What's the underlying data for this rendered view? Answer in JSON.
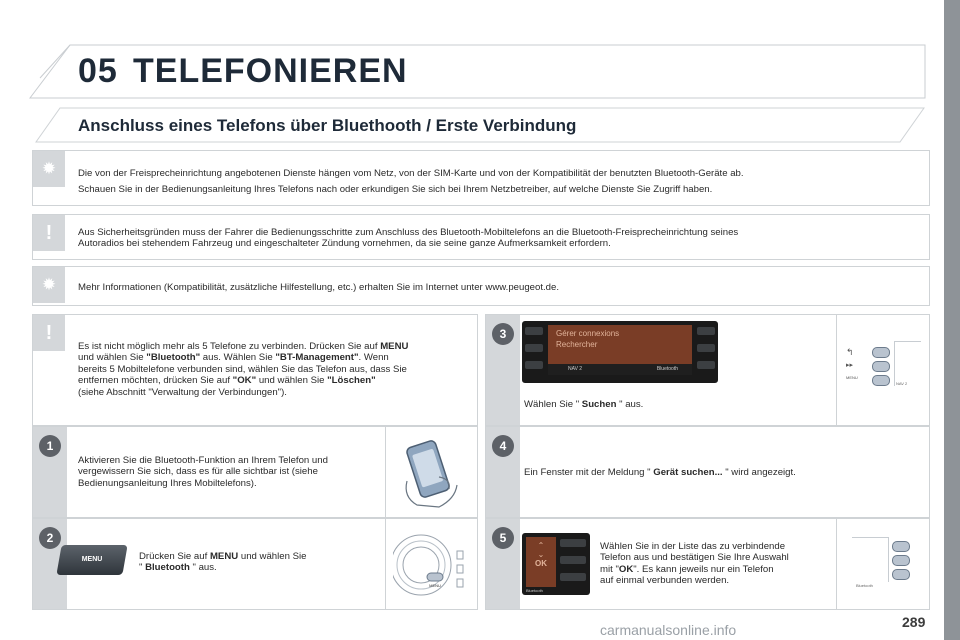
{
  "header": {
    "chapter_number": "05",
    "chapter_title": "TELEFONIEREN"
  },
  "section": {
    "title": "Anschluss eines Telefons über Bluethooth / Erste Verbindung"
  },
  "notes": [
    {
      "icon": "gear-icon",
      "line1": "Die von der Freisprecheinrichtung angebotenen Dienste hängen vom Netz, von der SIM-Karte und von der Kompatibilität der benutzten Bluetooth-Geräte ab.",
      "line2": "Schauen Sie in der Bedienungsanleitung Ihres Telefons nach oder erkundigen Sie sich bei Ihrem Netzbetreiber, auf welche Dienste Sie Zugriff haben."
    },
    {
      "icon": "exclamation-icon",
      "line1": "Aus Sicherheitsgründen muss der Fahrer die Bedienungsschritte zum Anschluss des Bluetooth-Mobiltelefons an die Bluetooth-Freisprecheinrichtung seines",
      "line2": "Autoradios bei stehendem Fahrzeug und eingeschalteter Zündung vornehmen, da sie seine ganze Aufmerksamkeit erfordern."
    },
    {
      "icon": "gear-icon",
      "line1": "Mehr Informationen (Kompatibilität, zusätzliche Hilfestellung, etc.) erhalten Sie im Internet unter www.peugeot.de."
    }
  ],
  "warning_box": {
    "p1": "Es ist nicht möglich mehr als 5 Telefone zu verbinden. Drücken Sie auf ",
    "p1_bold": "MENU",
    "p2": "und wählen Sie ",
    "p2_bold": "\"Bluetooth\"",
    "p3": " aus. Wählen Sie ",
    "p3_bold": "\"BT-Management\"",
    "p4": ". Wenn",
    "l3": "bereits 5 Mobiltelefone verbunden sind, wählen Sie das Telefon aus, dass Sie",
    "l4a": "entfernen möchten, drücken Sie auf ",
    "l4_bold1": "\"OK\"",
    "l4b": " und wählen Sie ",
    "l4_bold2": "\"Löschen\"",
    "l5": "(siehe Abschnitt \"Verwaltung der Verbindungen\")."
  },
  "steps": {
    "step1": {
      "number": "1",
      "line1": "Aktivieren Sie die Bluetooth-Funktion an Ihrem Telefon und",
      "line2": "vergewissern Sie sich, dass es für alle sichtbar ist (siehe",
      "line3": "Bedienungsanleitung Ihres Mobiltelefons)."
    },
    "step2": {
      "number": "2",
      "pre": "Drücken Sie auf ",
      "bold1": "MENU",
      "mid": " und wählen Sie",
      "q1": "\" ",
      "bold2": "Bluetooth",
      "post": " \" aus.",
      "menu_button_label": "MENU",
      "knob_label": "MENU"
    },
    "step3": {
      "number": "3",
      "pre": "Wählen Sie \" ",
      "bold": "Suchen",
      "post": " \" aus.",
      "screen_line1": "Gérer connexions",
      "screen_line2": "Rechercher",
      "screen_footer": "NAV 2",
      "screen_bt": "Bluetooth",
      "knob_label": "MENU",
      "side_label": "NAV 2"
    },
    "step4": {
      "number": "4",
      "pre": "Ein Fenster mit der Meldung \" ",
      "bold": "Gerät suchen...",
      "post": " \" wird angezeigt."
    },
    "step5": {
      "number": "5",
      "line1": "Wählen Sie in der Liste das zu verbindende",
      "line2": "Telefon aus und bestätigen Sie Ihre Auswahl",
      "line3a": "mit \"",
      "line3_bold": "OK",
      "line3b": "\". Es kann jeweils nur ein Telefon",
      "line4": "auf einmal verbunden werden.",
      "ok_label": "OK",
      "screen_bt": "Bluetooth"
    }
  },
  "footer": {
    "page_number": "289",
    "watermark": "carmanualsonline.info"
  }
}
